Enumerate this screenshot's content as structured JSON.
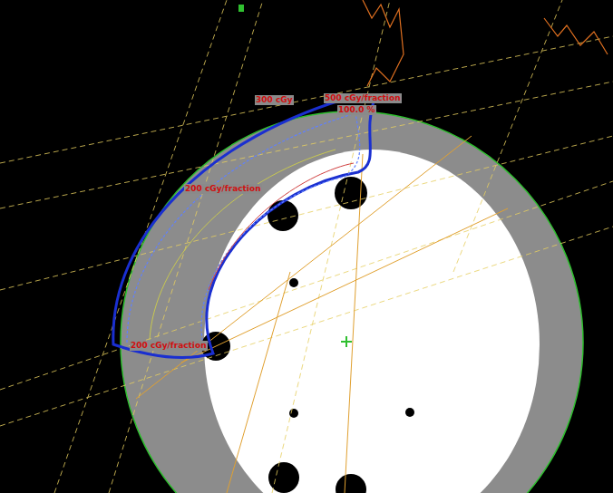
{
  "diagram": {
    "labels": [
      "300 cGy",
      "500 cGy/fraction",
      "100.0 %",
      "200 cGy/fraction",
      "200 cGy/fraction"
    ]
  }
}
